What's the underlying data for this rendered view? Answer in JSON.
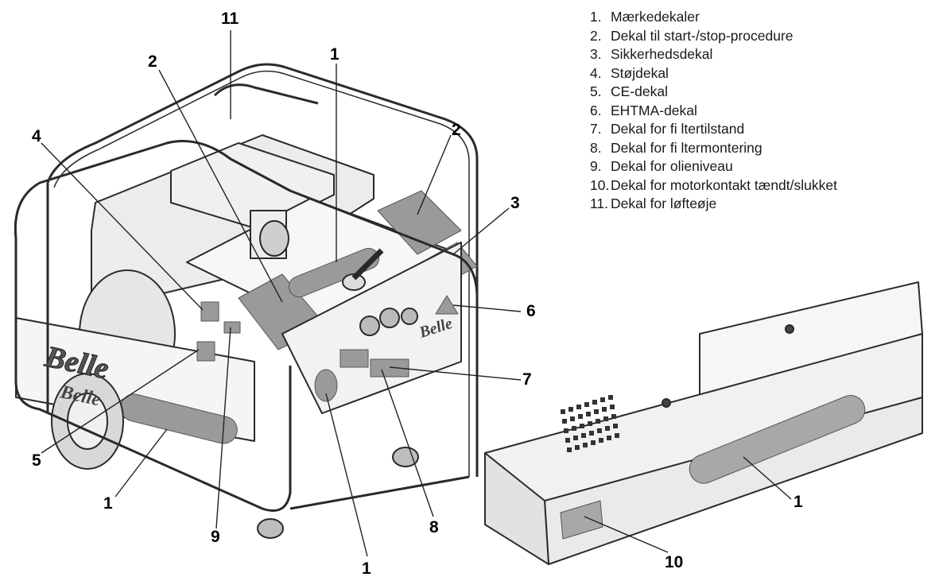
{
  "legend": {
    "items": [
      {
        "number": "1.",
        "label": "Mærkedekaler"
      },
      {
        "number": "2.",
        "label": "Dekal til start-/stop-procedure"
      },
      {
        "number": "3.",
        "label": "Sikkerhedsdekal"
      },
      {
        "number": "4.",
        "label": "Støjdekal"
      },
      {
        "number": "5.",
        "label": "CE-dekal"
      },
      {
        "number": "6.",
        "label": "EHTMA-dekal"
      },
      {
        "number": "7.",
        "label": "Dekal for fi ltertilstand"
      },
      {
        "number": "8.",
        "label": "Dekal for fi ltermontering"
      },
      {
        "number": "9.",
        "label": "Dekal for olieniveau"
      },
      {
        "number": "10.",
        "label": "Dekal for motorkontakt tændt/slukket"
      },
      {
        "number": "11.",
        "label": "Dekal for løfteøje"
      }
    ]
  },
  "callouts": {
    "c11_top": "11",
    "c2_left": "2",
    "c1_top": "1",
    "c2_right": "2",
    "c4": "4",
    "c3": "3",
    "c6": "6",
    "c7": "7",
    "c5": "5",
    "c1_left": "1",
    "c9": "9",
    "c8": "8",
    "c1_bottom": "1",
    "c1_tray": "1",
    "c10": "10"
  },
  "branding": {
    "front_logo": "Belle",
    "side_logo": "Belle",
    "side_logo_small": "Belle"
  }
}
